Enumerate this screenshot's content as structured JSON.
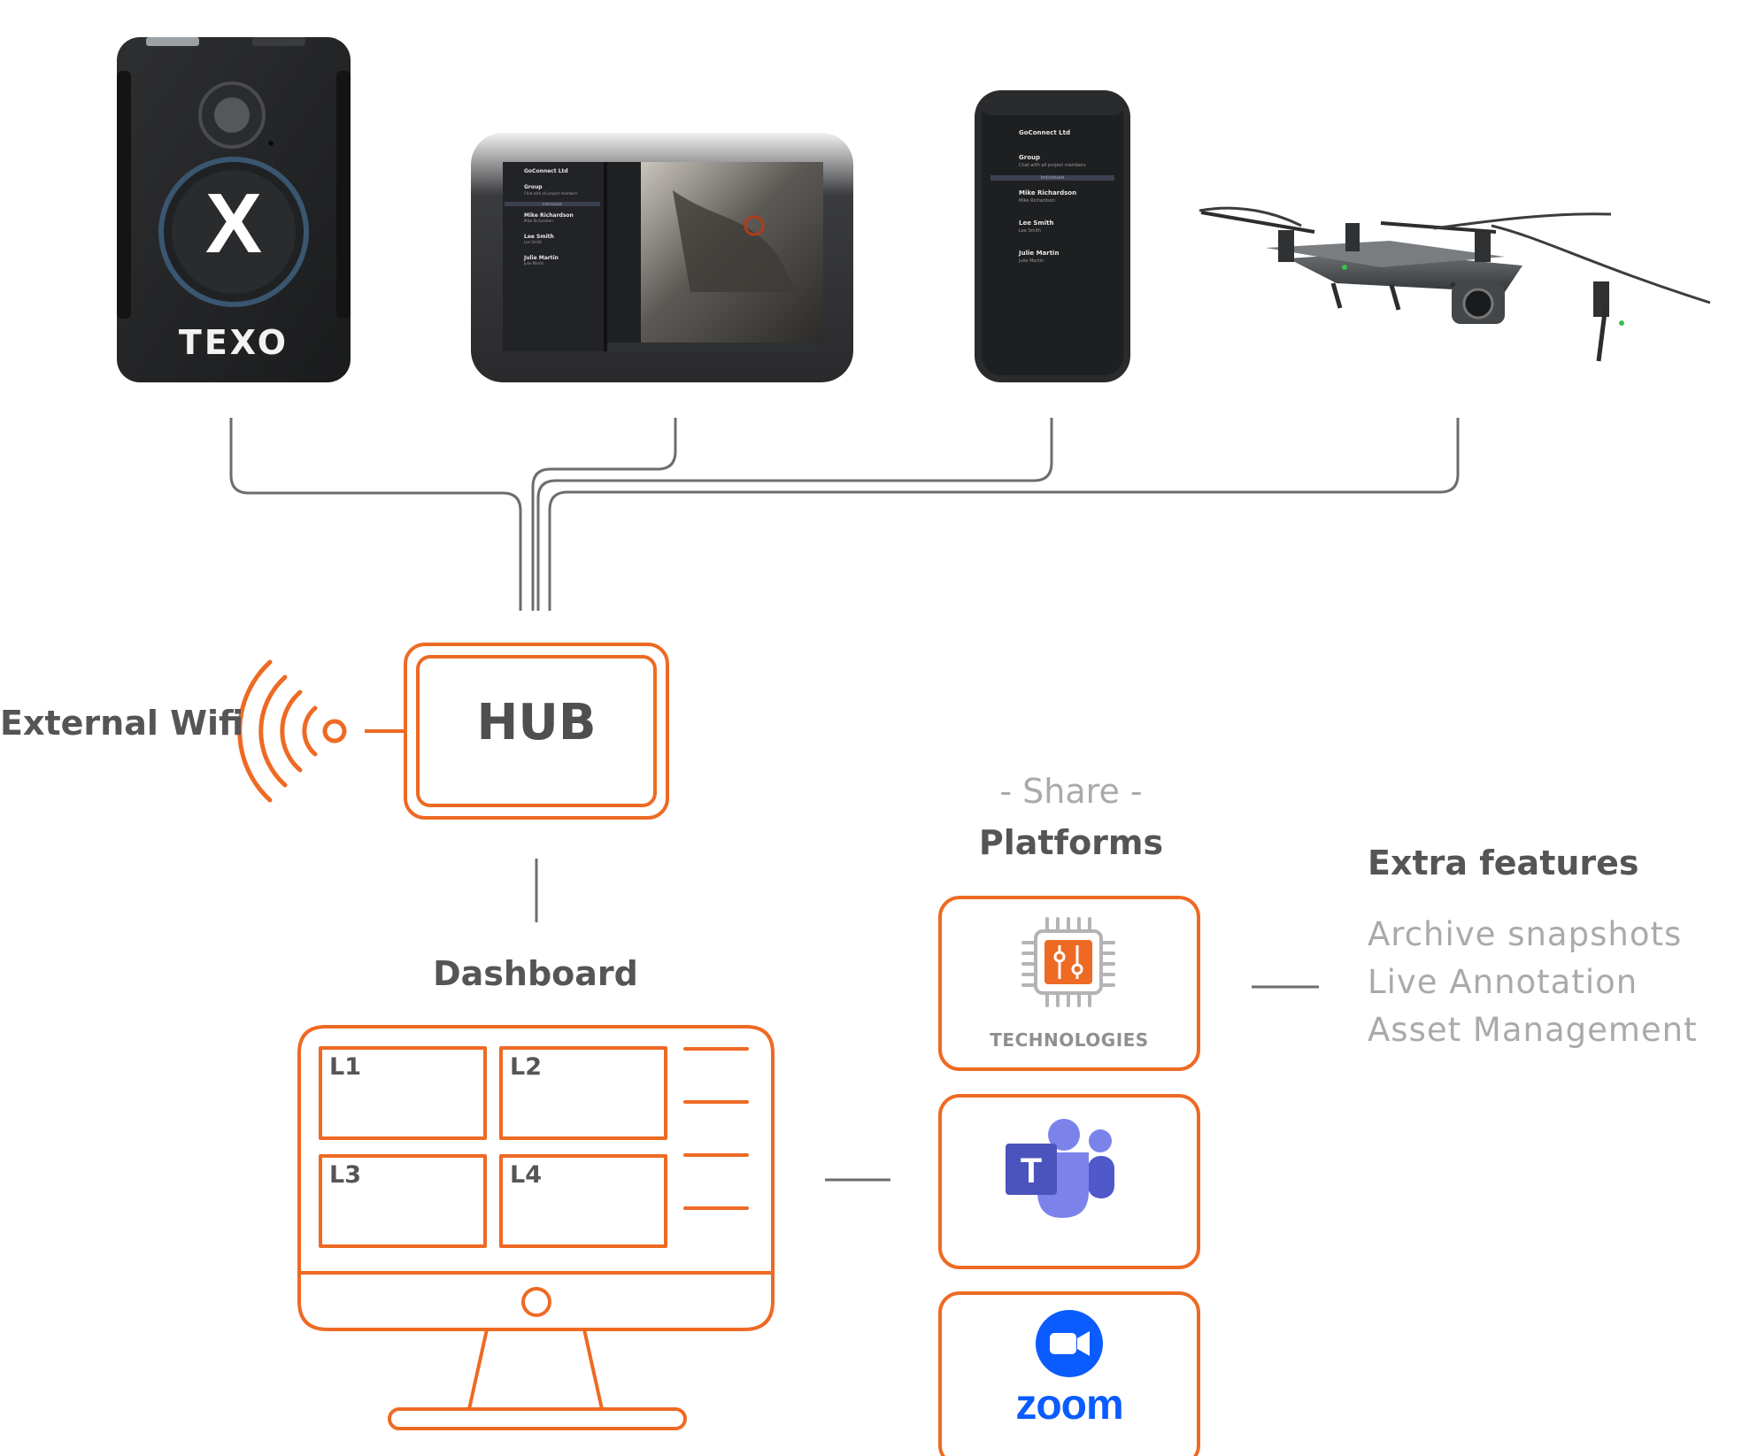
{
  "devices": {
    "body_camera": {
      "brand": "TEXO",
      "logo_letter": "X",
      "icon": "body-camera-icon"
    },
    "tablet": {
      "icon": "tablet-icon",
      "app": {
        "title": "GoConnect Ltd",
        "group_name": "Group",
        "group_sub": "Chat with all project members",
        "section": "Individuals",
        "contacts": [
          {
            "name": "Mike Richardson",
            "sub": "Mike Richardson"
          },
          {
            "name": "Lee Smith",
            "sub": "Lee Smith"
          },
          {
            "name": "Julie Martin",
            "sub": "Julie Martin"
          }
        ]
      }
    },
    "phone": {
      "icon": "phone-icon",
      "app": {
        "title": "GoConnect Ltd",
        "group_name": "Group",
        "group_sub": "Chat with all project members",
        "section": "Individuals",
        "contacts": [
          {
            "name": "Mike Richardson",
            "sub": "Mike Richardson"
          },
          {
            "name": "Lee Smith",
            "sub": "Lee Smith"
          },
          {
            "name": "Julie Martin",
            "sub": "Julie Martin"
          }
        ]
      }
    },
    "drone": {
      "icon": "drone-icon"
    }
  },
  "wifi": {
    "label": "External Wifi",
    "icon": "wifi-icon"
  },
  "hub": {
    "label": "HUB"
  },
  "dashboard": {
    "label": "Dashboard",
    "icon": "monitor-icon",
    "panes": [
      "L1",
      "L2",
      "L3",
      "L4"
    ]
  },
  "share": {
    "caption": "- Share -",
    "title": "Platforms",
    "platforms": [
      {
        "name": "TECHNOLOGIES",
        "icon": "chip-icon"
      },
      {
        "name": "Microsoft Teams",
        "icon": "teams-icon"
      },
      {
        "name": "zoom",
        "icon": "zoom-icon"
      }
    ]
  },
  "extra": {
    "title": "Extra features",
    "items": [
      "Archive snapshots",
      "Live Annotation",
      "Asset Management"
    ]
  },
  "colors": {
    "accent": "#ee6a24",
    "line": "#6d6d6f",
    "text_dark": "#555557",
    "text_light": "#aaaaaa",
    "teams": "#5b5fc7",
    "zoom": "#0b5cff"
  }
}
